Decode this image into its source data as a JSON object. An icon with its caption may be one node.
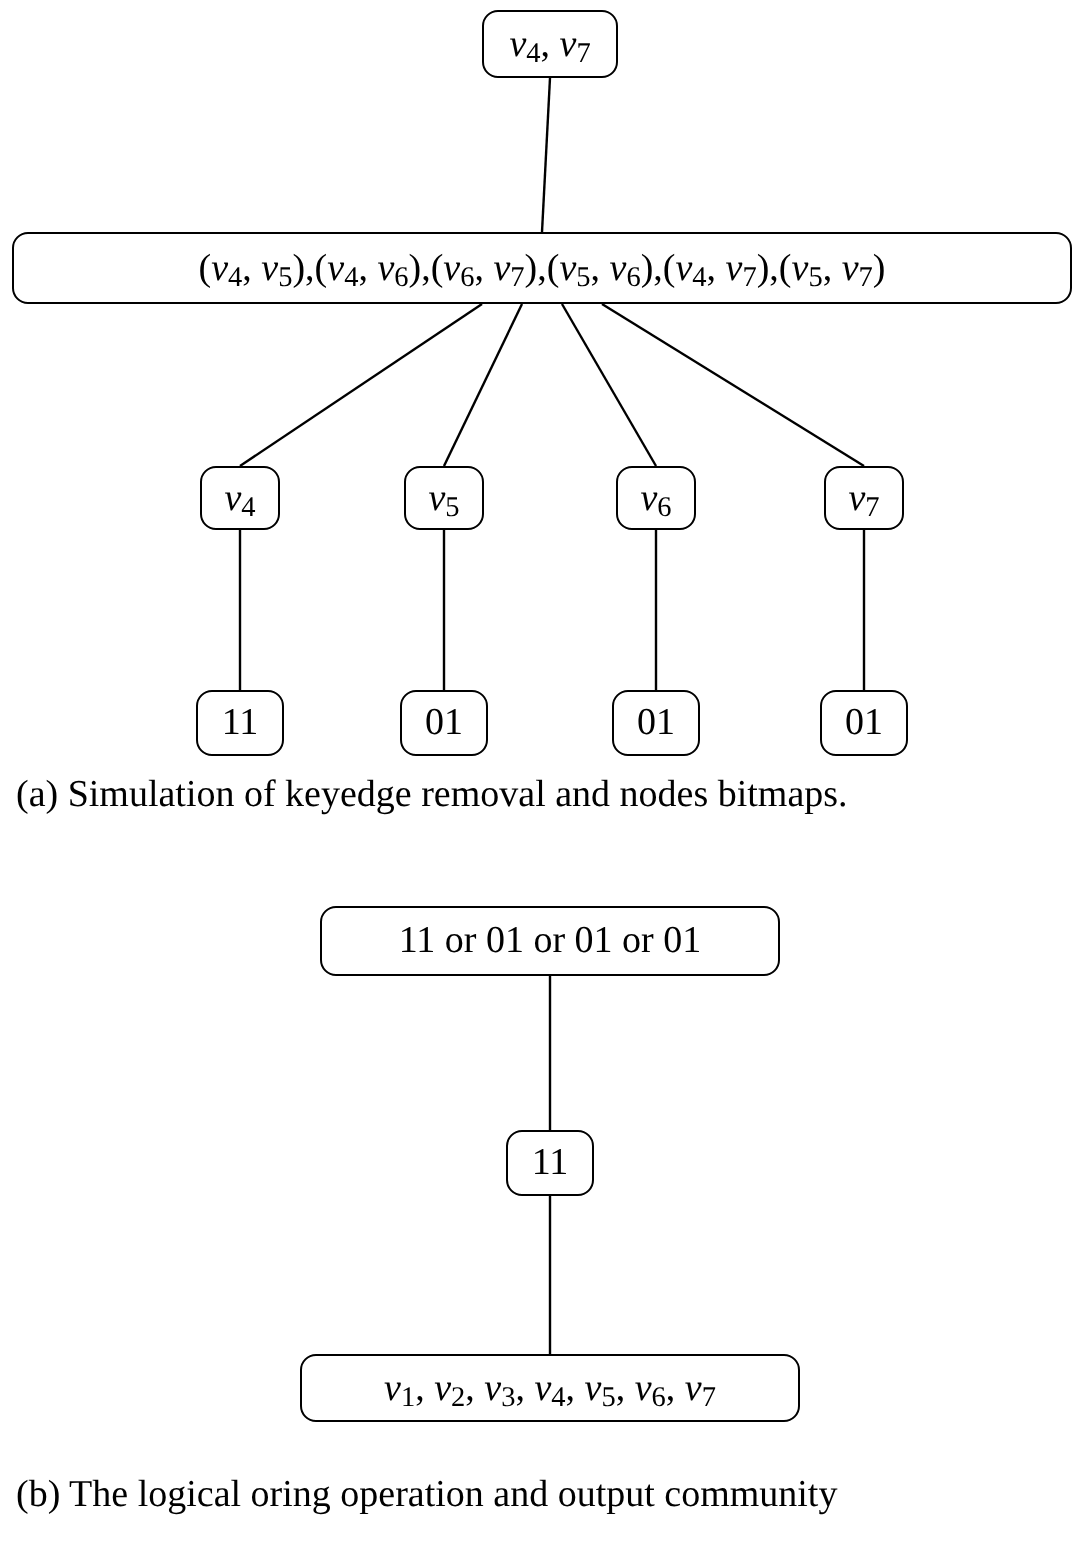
{
  "diagram": {
    "nodes": [
      {
        "text": [
          "*v*$_{4}$, *v*$_{7}$"
        ]
      },
      {
        "text": [
          "(*v*$_{4}$, *v*$_{5}$),(*v*$_{4}$, *v*$_{6}$),(*v*$_{6}$, *v*$_{7}$),(*v*$_{5}$, *v*$_{6}$),(*v*$_{4}$, *v*$_{7}$),(*v*$_{5}$, *v*$_{7}$)"
        ]
      },
      {
        "text": [
          "*v*$_{4}$"
        ]
      },
      {
        "text": [
          "*v*$_{5}$"
        ]
      },
      {
        "text": [
          "*v*$_{6}$"
        ]
      },
      {
        "text": [
          "*v*$_{7}$"
        ]
      },
      {
        "text": [
          "11"
        ]
      },
      {
        "text": [
          "01"
        ]
      },
      {
        "text": [
          "01"
        ]
      },
      {
        "text": [
          "01"
        ]
      },
      {
        "text": [
          "11 or 01 or 01 or 01"
        ]
      },
      {
        "text": [
          "11"
        ]
      },
      {
        "text": [
          "*v*$_{1}$, *v*$_{2}$, *v*$_{3}$, *v*$_{4}$, *v*$_{5}$, *v*$_{6}$, *v*$_{7}$"
        ]
      }
    ],
    "edges": [
      {
        "from": 0,
        "to": 1,
        "arrow": "none"
      },
      {
        "from": 1,
        "to": 2,
        "arrow": "none"
      },
      {
        "from": 1,
        "to": 3,
        "arrow": "none"
      },
      {
        "from": 1,
        "to": 4,
        "arrow": "none"
      },
      {
        "from": 1,
        "to": 5,
        "arrow": "none"
      },
      {
        "from": 2,
        "to": 6,
        "arrow": "none"
      },
      {
        "from": 3,
        "to": 7,
        "arrow": "none"
      },
      {
        "from": 4,
        "to": 8,
        "arrow": "none"
      },
      {
        "from": 5,
        "to": 9,
        "arrow": "none"
      },
      {
        "from": 10,
        "to": 11,
        "arrow": "none"
      },
      {
        "from": 11,
        "to": 12,
        "arrow": "none"
      }
    ],
    "labels": [
      "(a) Simulation of keyedge removal and nodes bitmaps.",
      "(b) The logical oring operation and output community"
    ]
  }
}
